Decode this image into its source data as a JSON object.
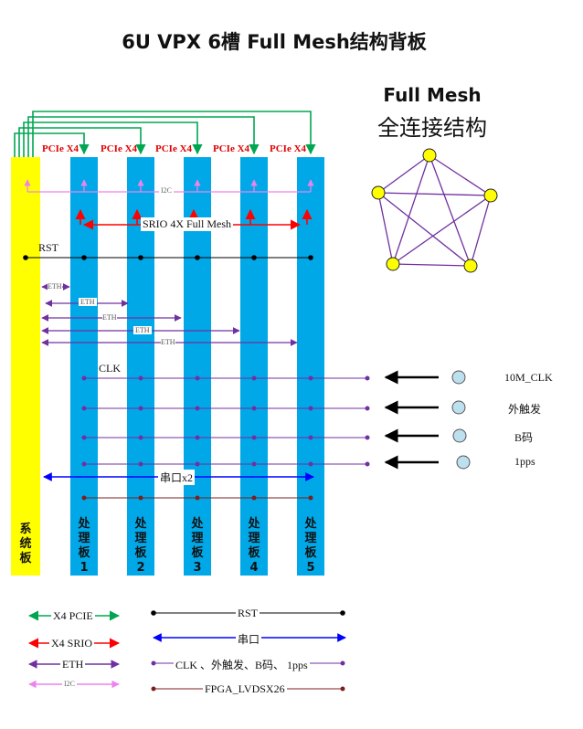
{
  "title": "6U VPX 6槽 Full Mesh结构背板",
  "mesh": {
    "title": "Full Mesh",
    "subtitle": "全连接结构"
  },
  "slots": {
    "system": "系统板",
    "processors": [
      "处理板1",
      "处理板2",
      "处理板3",
      "处理板4",
      "处理板5"
    ]
  },
  "buses": {
    "pcie": "PCIe X4",
    "i2c": "I2C",
    "srio": "SRIO 4X Full Mesh",
    "rst": "RST",
    "eth": "ETH",
    "clk": "CLK",
    "uart": "串口x2"
  },
  "inputs": [
    "10M_CLK",
    "外触发",
    "B码",
    "1pps"
  ],
  "legend": {
    "pcie": "X4 PCIE",
    "srio": "X4 SRIO",
    "eth": "ETH",
    "i2c": "I2C",
    "rst": "RST",
    "uart": "串口",
    "clk": "CLK 、外触发、B码、 1pps",
    "lvds": "FPGA_LVDSX26"
  },
  "colors": {
    "system_board": "#ffff00",
    "processor_board": "#00a8e8",
    "pcie": "#00a651",
    "srio": "#ff0000",
    "eth": "#7030a0",
    "i2c": "#ee82ee",
    "rst": "#000000",
    "uart": "#0000ff",
    "clk": "#7030a0",
    "lvds": "#7b1f1f",
    "mesh_node": "#ffff00",
    "mesh_edge": "#7030a0",
    "input_node": "#bde0ee"
  }
}
